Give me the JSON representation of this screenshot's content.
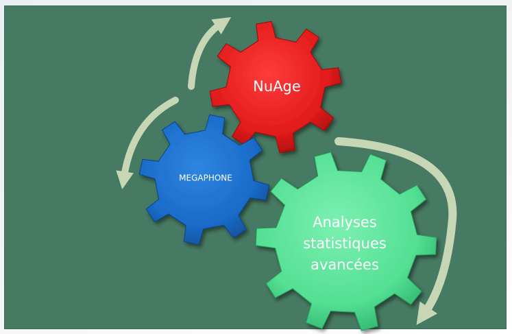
{
  "diagram": {
    "colors": {
      "background": "#477a62",
      "arrow": "#c7d6b4",
      "gear_red": "#e11b1b",
      "gear_blue": "#1a6bc9",
      "gear_green": "#53df93"
    },
    "gears": [
      {
        "id": "nuage",
        "label_lines": [
          "NuAge"
        ]
      },
      {
        "id": "megaphone",
        "label_lines": [
          "MEGAPHONE"
        ]
      },
      {
        "id": "analyses",
        "label_lines": [
          "Analyses",
          "statistiques",
          "avancées"
        ]
      }
    ]
  }
}
